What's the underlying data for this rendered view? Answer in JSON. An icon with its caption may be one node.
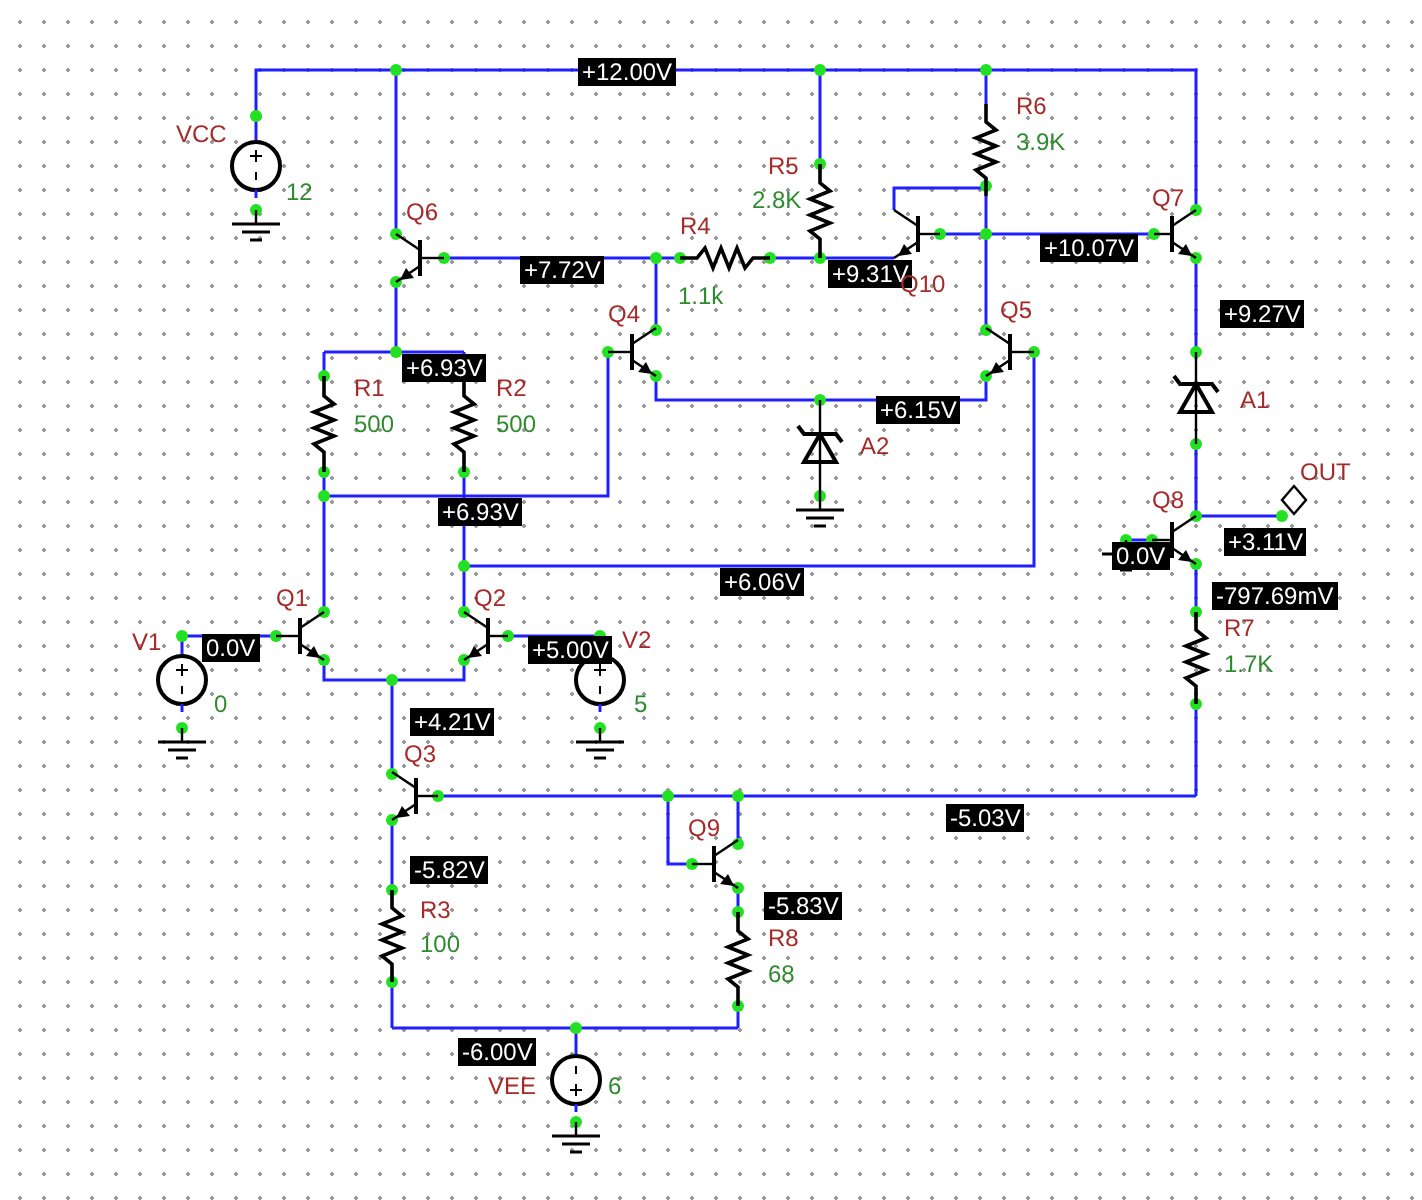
{
  "diagram": {
    "labels": [
      "+12.00V",
      "R6",
      "VCC",
      "3.9K",
      "12",
      "R5",
      "2.8K",
      "Q6",
      "Q7",
      "R4",
      "+7.72V",
      "+9.31V",
      "+10.07V",
      "1.1k",
      "Q10",
      "Q4",
      "Q5",
      "+9.27V",
      "+6.93V",
      "R1",
      "R2",
      "A1",
      "+6.15V",
      "500",
      "500",
      "A2",
      "+6.93V",
      "OUT",
      "Q8",
      "0.0V",
      "+3.11V",
      "+6.06V",
      "Q1",
      "Q2",
      "-797.69mV",
      "R7",
      "V1",
      "0.0V",
      "+5.00V",
      "V2",
      "1.7K",
      "0",
      "5",
      "+4.21V",
      "Q3",
      "-5.03V",
      "Q9",
      "-5.82V",
      "R3",
      "-5.83V",
      "100",
      "R8",
      "68",
      "-6.00V",
      "VEE",
      "6"
    ]
  }
}
